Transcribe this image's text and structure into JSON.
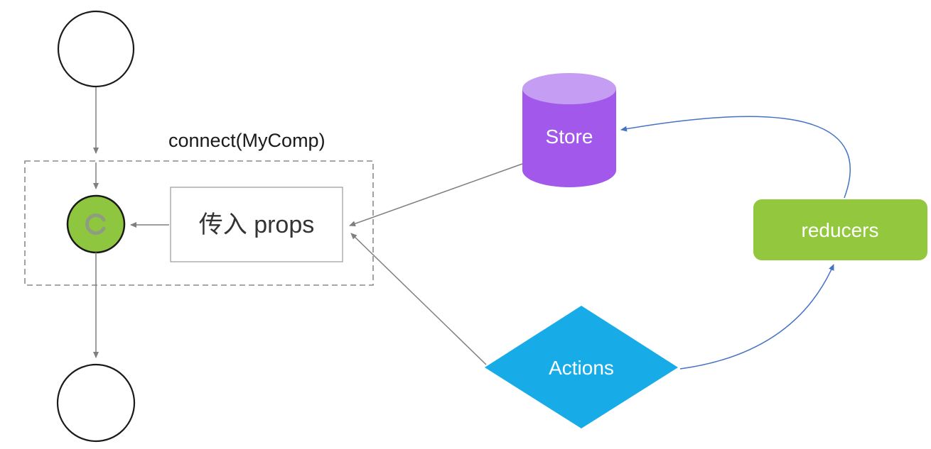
{
  "diagram": {
    "connect_label": "connect(MyComp)",
    "props_label": "传入 props",
    "store_label": "Store",
    "actions_label": "Actions",
    "reducers_label": "reducers"
  },
  "icons": {
    "component_spinner": "spinner-icon"
  },
  "colors": {
    "component_green": "#8EC63F",
    "spinner_gray": "#8E958C",
    "store_purple": "#A158EB",
    "store_top_purple": "#C59DF3",
    "actions_cyan": "#17ACE8",
    "reducers_green": "#93C83E",
    "arrow_gray": "#7F7F7F",
    "curve_blue": "#4472C4",
    "shape_outline": "#1A1A1A"
  }
}
